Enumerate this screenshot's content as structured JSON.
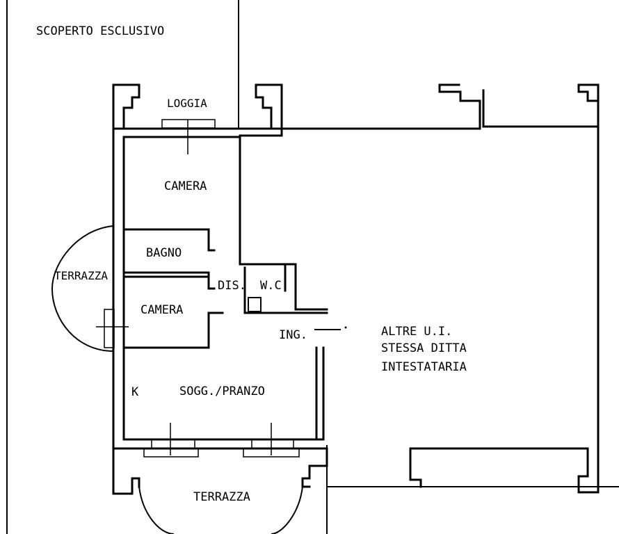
{
  "labels": {
    "scoperto": "SCOPERTO ESCLUSIVO",
    "loggia": "LOGGIA",
    "camera_top": "CAMERA",
    "bagno": "BAGNO",
    "terrazza_left": "TERRAZZA",
    "dis": "DIS.",
    "wc": "W.C.",
    "camera_mid": "CAMERA",
    "ing": "ING.",
    "altre_line1": "ALTRE U.I.",
    "altre_line2": "STESSA DITTA",
    "altre_line3": "INTESTATARIA",
    "k": "K",
    "soggiorno": "SOGG./PRANZO",
    "terrazza_bottom": "TERRAZZA"
  }
}
